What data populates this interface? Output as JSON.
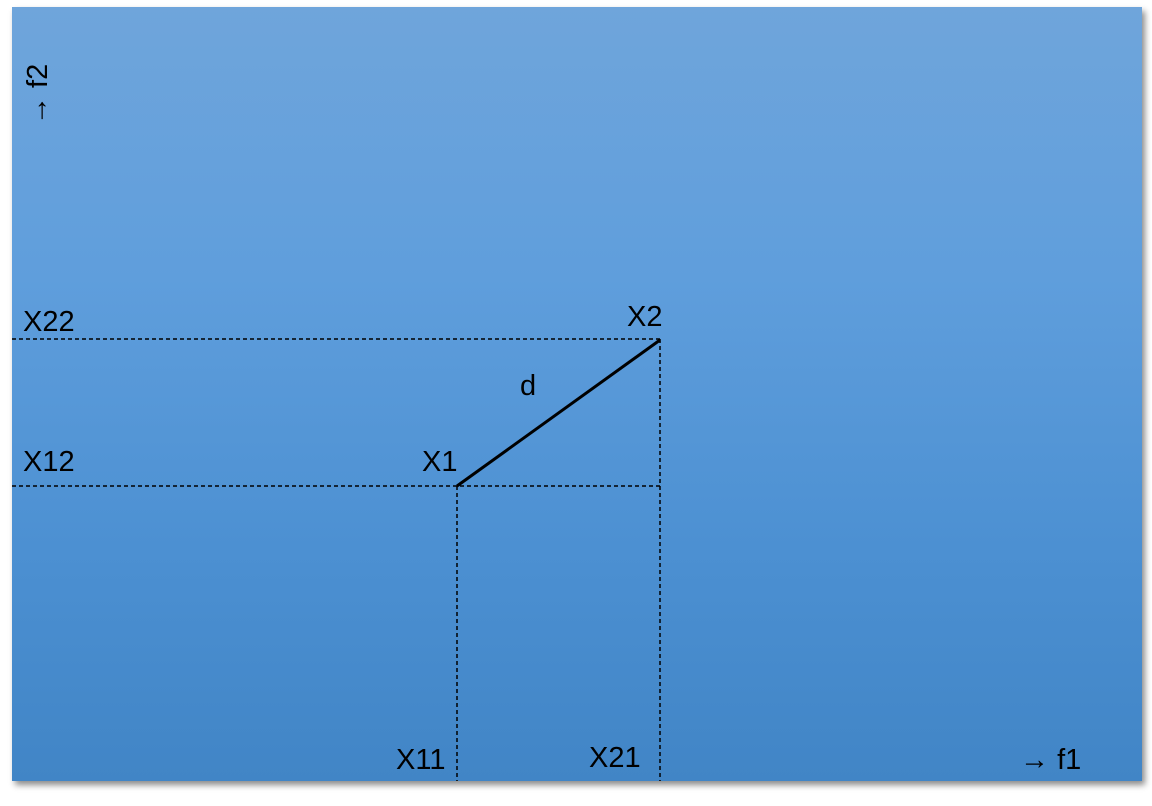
{
  "diagram": {
    "background_gradient": [
      "#6fa5db",
      "#4185c6"
    ],
    "line_color": "#000000",
    "axes": {
      "x_label": "f1",
      "y_label": "f2",
      "arrow_glyph": "→"
    },
    "points": [
      {
        "name": "X1",
        "label": "X1"
      },
      {
        "name": "X2",
        "label": "X2"
      }
    ],
    "distance_label": "d",
    "coordinate_labels": {
      "x11": "X11",
      "x21": "X21",
      "x12": "X12",
      "x22": "X22"
    }
  }
}
